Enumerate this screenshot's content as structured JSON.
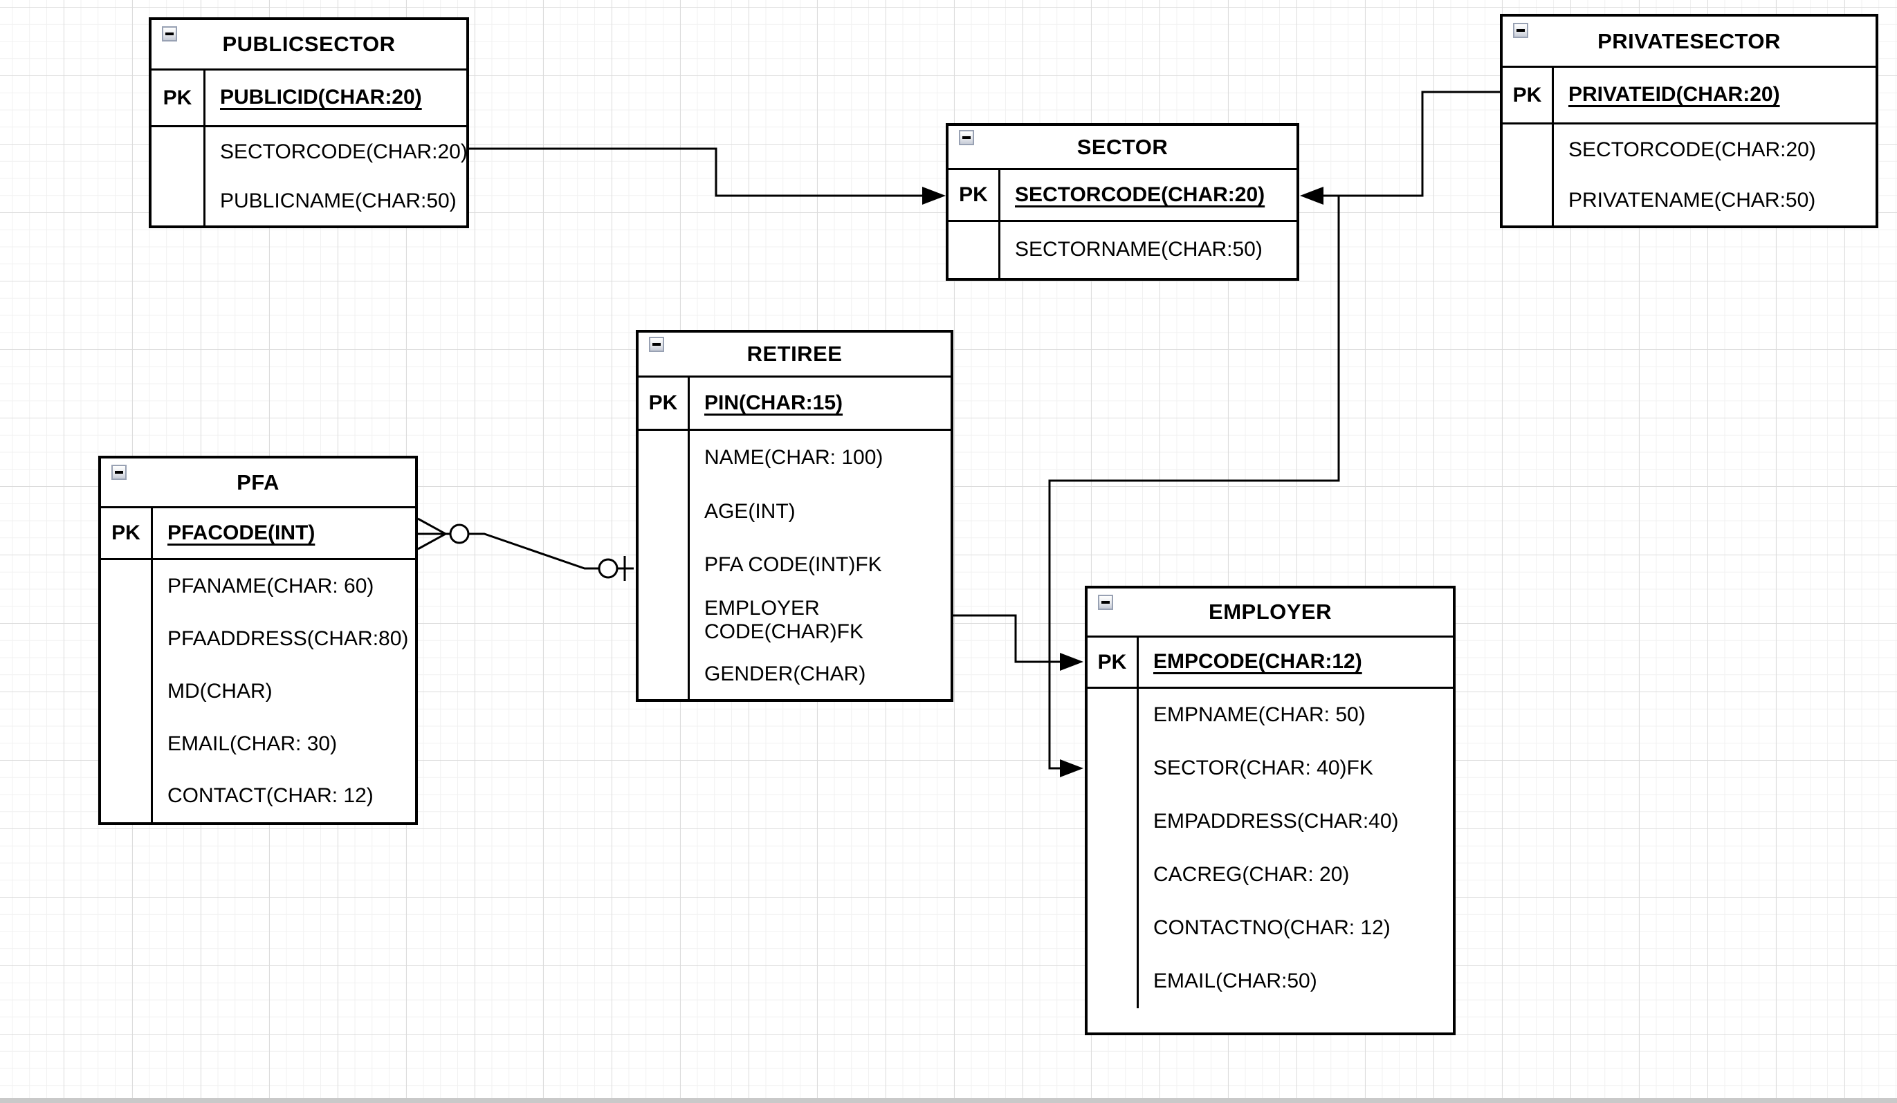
{
  "canvas": {
    "background": "#ffffff",
    "grid_minor_color": "#f1f1f1",
    "grid_major_color": "#dcdcdc",
    "bottom_edge_color": "#c9c9c9",
    "line_color": "#000000"
  },
  "icons": {
    "collapse": "minus-square"
  },
  "labels": {
    "pk": "PK"
  },
  "entities": {
    "publicsector": {
      "title": "PUBLICSECTOR",
      "pk_field": "PUBLICID(CHAR:20)",
      "fields": [
        "SECTORCODE(CHAR:20)",
        "PUBLICNAME(CHAR:50)"
      ]
    },
    "privatesector": {
      "title": "PRIVATESECTOR",
      "pk_field": "PRIVATEID(CHAR:20)",
      "fields": [
        "SECTORCODE(CHAR:20)",
        "PRIVATENAME(CHAR:50)"
      ]
    },
    "sector": {
      "title": "SECTOR",
      "pk_field": "SECTORCODE(CHAR:20)",
      "fields": [
        "SECTORNAME(CHAR:50)"
      ]
    },
    "retiree": {
      "title": "RETIREE",
      "pk_field": "PIN(CHAR:15)",
      "fields": [
        "NAME(CHAR: 100)",
        "AGE(INT)",
        "PFA CODE(INT)FK",
        "EMPLOYER CODE(CHAR)FK",
        "GENDER(CHAR)"
      ]
    },
    "pfa": {
      "title": "PFA",
      "pk_field": "PFACODE(INT)",
      "fields": [
        "PFANAME(CHAR: 60)",
        "PFAADDRESS(CHAR:80)",
        "MD(CHAR)",
        "EMAIL(CHAR: 30)",
        "CONTACT(CHAR: 12)"
      ]
    },
    "employer": {
      "title": "EMPLOYER",
      "pk_field": "EMPCODE(CHAR:12)",
      "fields": [
        "EMPNAME(CHAR: 50)",
        "SECTOR(CHAR: 40)FK",
        "EMPADDRESS(CHAR:40)",
        "CACREG(CHAR: 20)",
        "CONTACTNO(CHAR: 12)",
        "EMAIL(CHAR:50)"
      ]
    }
  },
  "relationships": [
    {
      "from": "PUBLICSECTOR.SECTORCODE",
      "to": "SECTOR.SECTORCODE",
      "end_marker": "solid-arrow"
    },
    {
      "from": "PRIVATESECTOR.PRIVATEID",
      "to": "SECTOR.SECTORCODE",
      "end_marker": "solid-arrow"
    },
    {
      "from": "SECTOR.SECTORCODE",
      "to": "EMPLOYER.SECTOR",
      "end_marker": "solid-arrow"
    },
    {
      "from": "RETIREE.EMPLOYER CODE",
      "to": "EMPLOYER.EMPCODE",
      "end_marker": "solid-arrow"
    },
    {
      "from": "PFA.PFACODE",
      "to": "RETIREE.PFA CODE",
      "start_marker": "zero-or-many-crowfoot-circle",
      "end_marker": "zero-or-one-circle-tick"
    }
  ]
}
